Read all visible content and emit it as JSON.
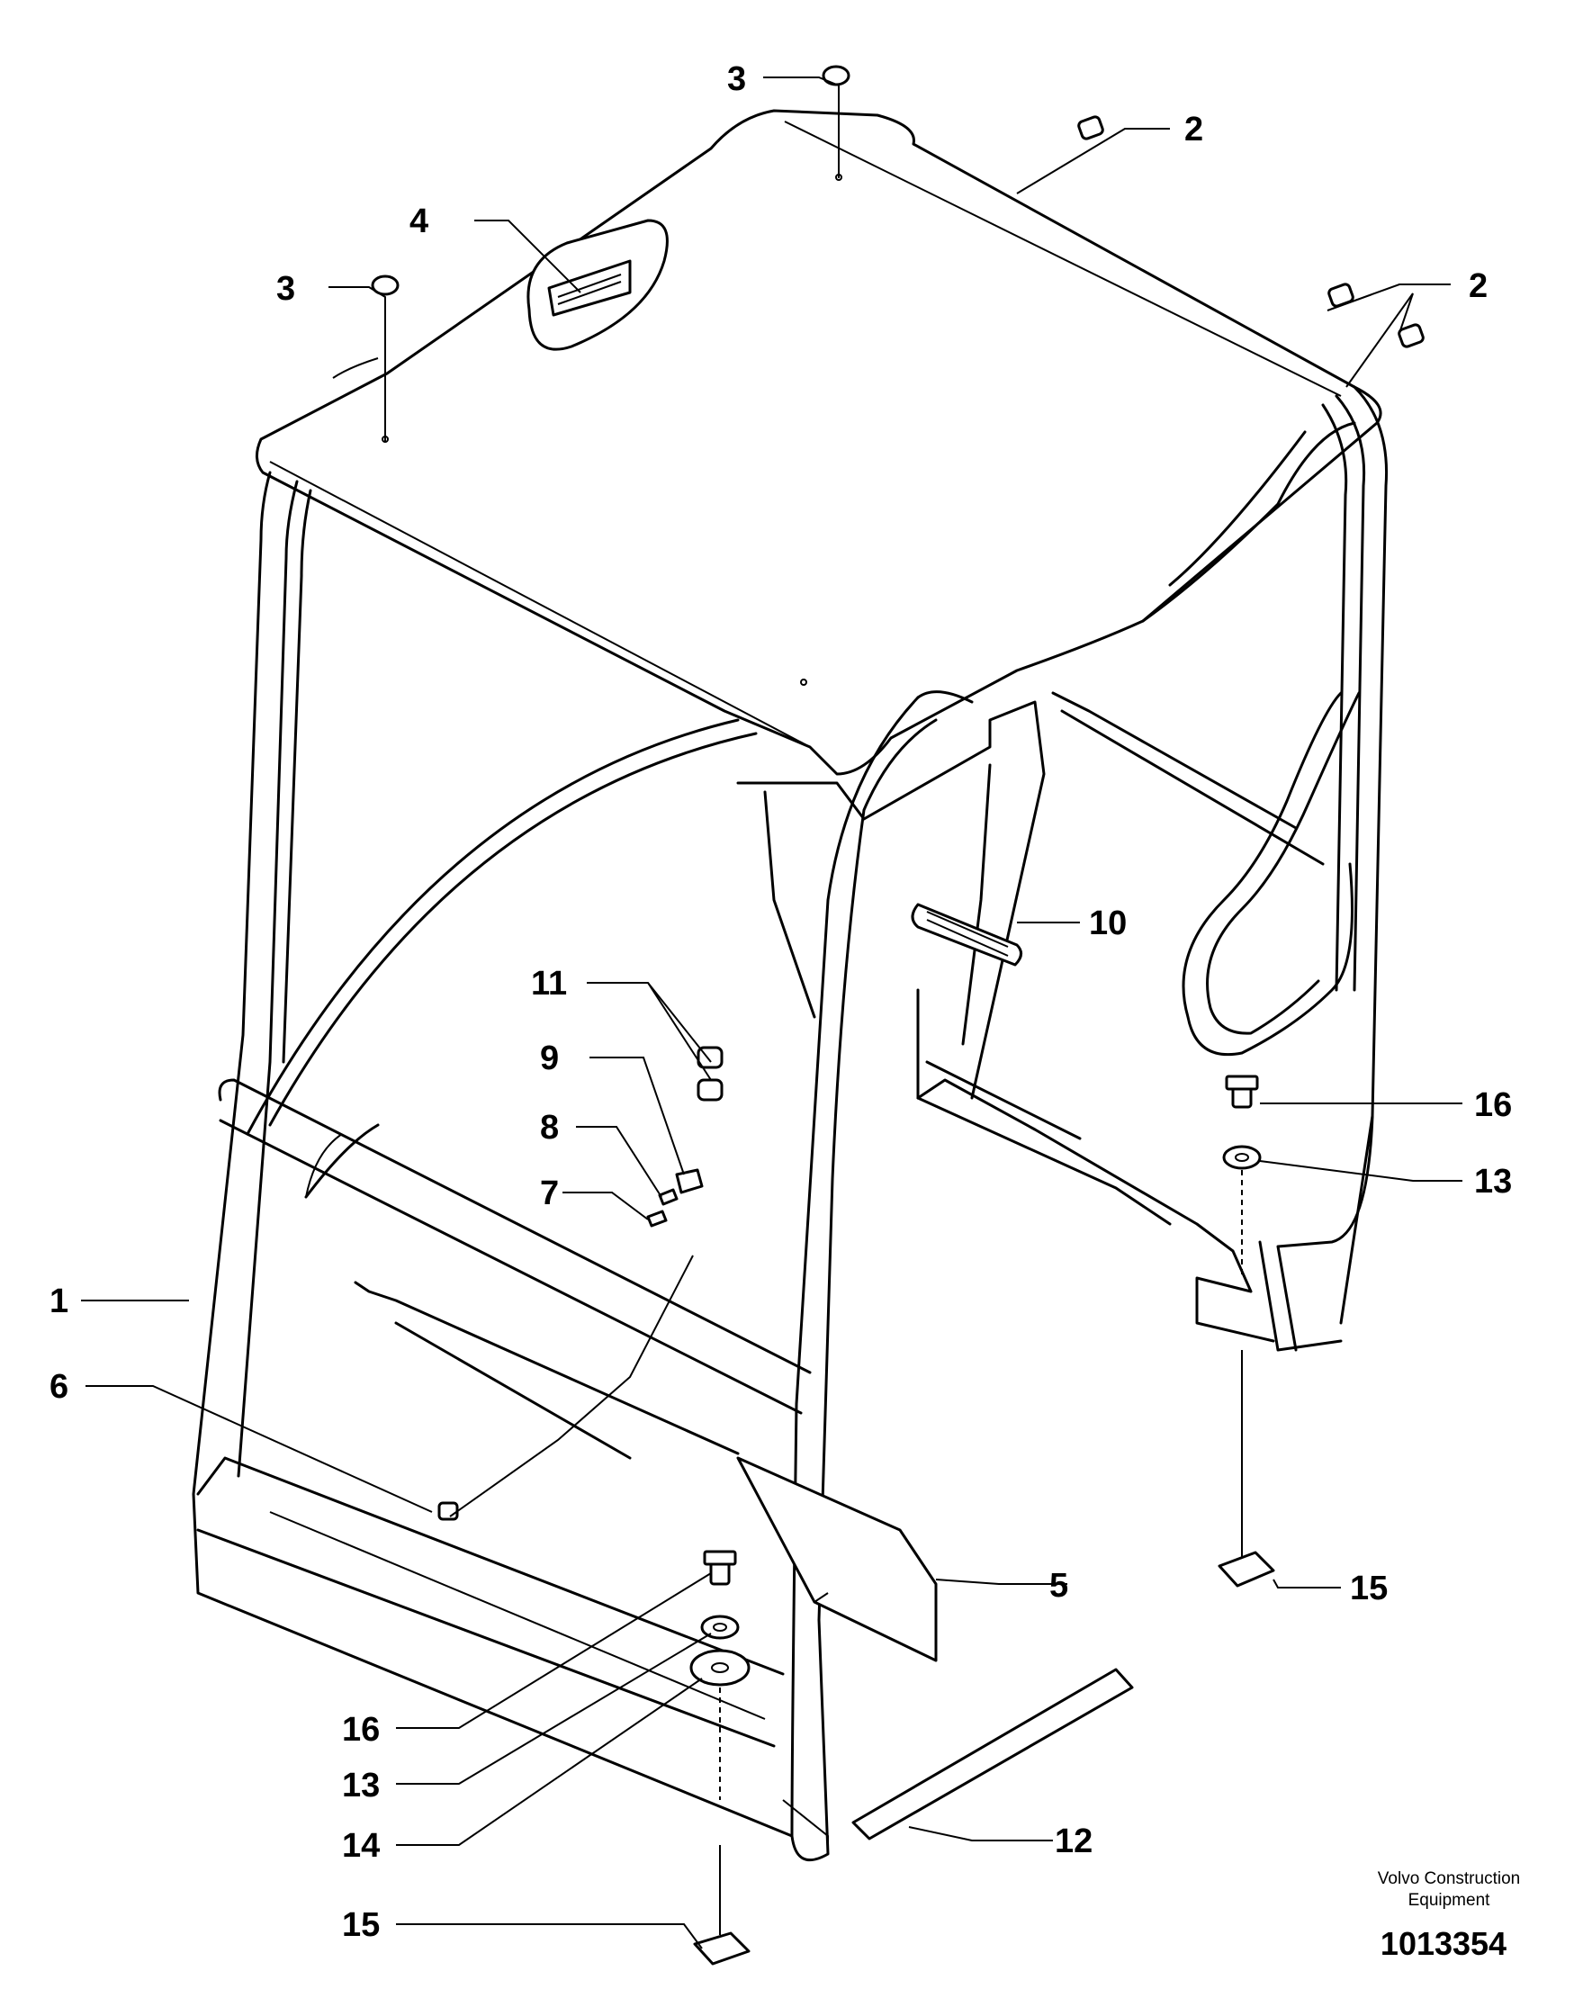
{
  "diagram": {
    "callouts": [
      {
        "id": "cabin-frame",
        "label": "1"
      },
      {
        "id": "plug-top-right",
        "label": "2"
      },
      {
        "id": "plug-right-pair",
        "label": "2"
      },
      {
        "id": "cap-top-center",
        "label": "3"
      },
      {
        "id": "cap-top-left",
        "label": "3"
      },
      {
        "id": "decal",
        "label": "4"
      },
      {
        "id": "plate",
        "label": "5"
      },
      {
        "id": "grommet",
        "label": "6"
      },
      {
        "id": "cable-tie",
        "label": "7"
      },
      {
        "id": "clip",
        "label": "8"
      },
      {
        "id": "screw",
        "label": "9"
      },
      {
        "id": "handle-grip",
        "label": "10"
      },
      {
        "id": "caps",
        "label": "11"
      },
      {
        "id": "strip",
        "label": "12"
      },
      {
        "id": "washer-right",
        "label": "13"
      },
      {
        "id": "washer-left",
        "label": "13"
      },
      {
        "id": "large-washer",
        "label": "14"
      },
      {
        "id": "pad-right",
        "label": "15"
      },
      {
        "id": "pad-left",
        "label": "15"
      },
      {
        "id": "bolt-right",
        "label": "16"
      },
      {
        "id": "bolt-left",
        "label": "16"
      }
    ],
    "credit_line1": "Volvo Construction",
    "credit_line2": "Equipment",
    "document_number": "1013354"
  }
}
